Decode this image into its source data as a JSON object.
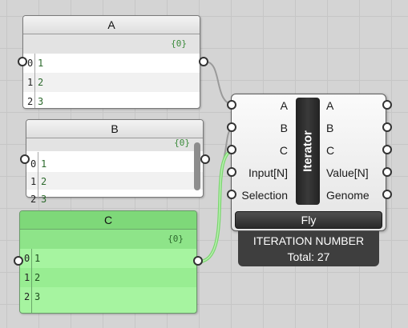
{
  "panels": [
    {
      "name": "A",
      "path": "{0}",
      "rows": [
        {
          "i": "0",
          "v": "1"
        },
        {
          "i": "1",
          "v": "2"
        },
        {
          "i": "2",
          "v": "3"
        }
      ]
    },
    {
      "name": "B",
      "path": "{0}",
      "rows": [
        {
          "i": "0",
          "v": "1"
        },
        {
          "i": "1",
          "v": "2"
        },
        {
          "i": "2",
          "v": "3"
        }
      ]
    },
    {
      "name": "C",
      "path": "{0}",
      "rows": [
        {
          "i": "0",
          "v": "1"
        },
        {
          "i": "1",
          "v": "2"
        },
        {
          "i": "2",
          "v": "3"
        }
      ]
    }
  ],
  "iterator": {
    "title": "Iterator",
    "inputs": [
      "A",
      "B",
      "C",
      "Input[N]",
      "Selection"
    ],
    "outputs": [
      "A",
      "B",
      "C",
      "Value[N]",
      "Genome"
    ],
    "button": "Fly",
    "message_line1": "ITERATION NUMBER",
    "message_line2": "Total: 27"
  },
  "colors": {
    "canvas": "#d4d4d4",
    "selected_panel": "#a6f4a0",
    "selected_wire": "#7bd66f",
    "wire": "#9a9a9a"
  }
}
